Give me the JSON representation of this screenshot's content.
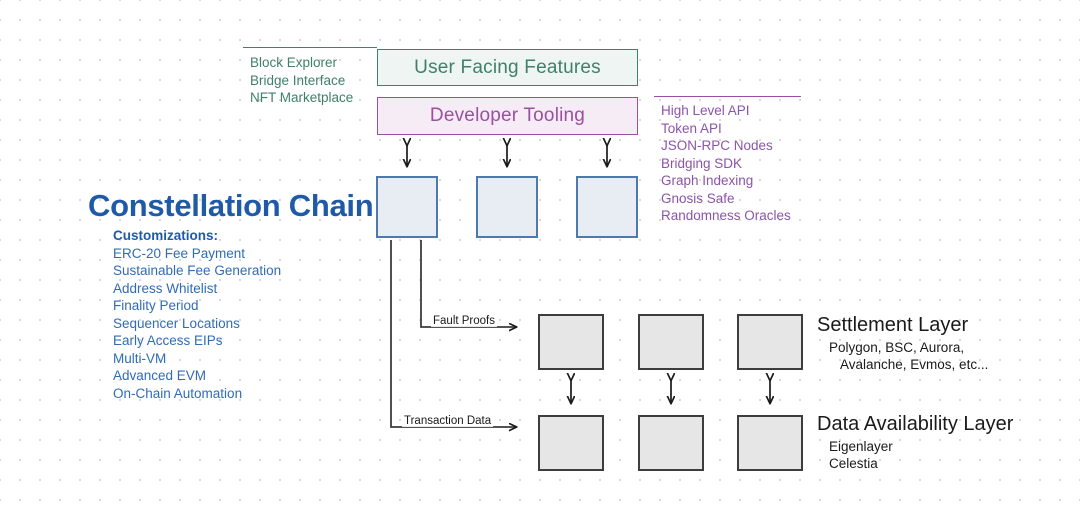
{
  "diagram": {
    "title": "Constellation Chain",
    "banners": [
      {
        "id": "user-facing-features",
        "label": "User Facing Features",
        "color": "#3f7f6b"
      },
      {
        "id": "developer-tooling",
        "label": "Developer Tooling",
        "color": "#9b4fa0"
      }
    ],
    "user_facing_items": [
      "Block Explorer",
      "Bridge Interface",
      "NFT Marketplace"
    ],
    "developer_tooling_items": [
      "High Level API",
      "Token API",
      "JSON-RPC Nodes",
      "Bridging SDK",
      "Graph Indexing",
      "Gnosis Safe",
      "Randomness Oracles"
    ],
    "customizations": {
      "heading": "Customizations:",
      "items": [
        "ERC-20 Fee Payment",
        "Sustainable Fee Generation",
        "Address Whitelist",
        "Finality Period",
        "Sequencer Locations",
        "Early Access EIPs",
        "Multi-VM",
        "Advanced EVM",
        "On-Chain Automation"
      ]
    },
    "edge_labels": {
      "fault_proofs": "Fault Proofs",
      "transaction_data": "Transaction Data"
    },
    "settlement_layer": {
      "title": "Settlement Layer",
      "line1": "Polygon, BSC, Aurora,",
      "line2": "Avalanche, Evmos, etc..."
    },
    "data_availability_layer": {
      "title": "Data Availability Layer",
      "line1": "Eigenlayer",
      "line2": "Celestia"
    },
    "colors": {
      "chain_blue": "#1f5aa8",
      "box_blue_border": "#4d79ad",
      "box_blue_fill": "#e8edf4",
      "green": "#3f7f6b",
      "purple": "#9b4fa0",
      "gray_fill": "#e6e6e6",
      "gray_border": "#3d3d3d"
    }
  }
}
